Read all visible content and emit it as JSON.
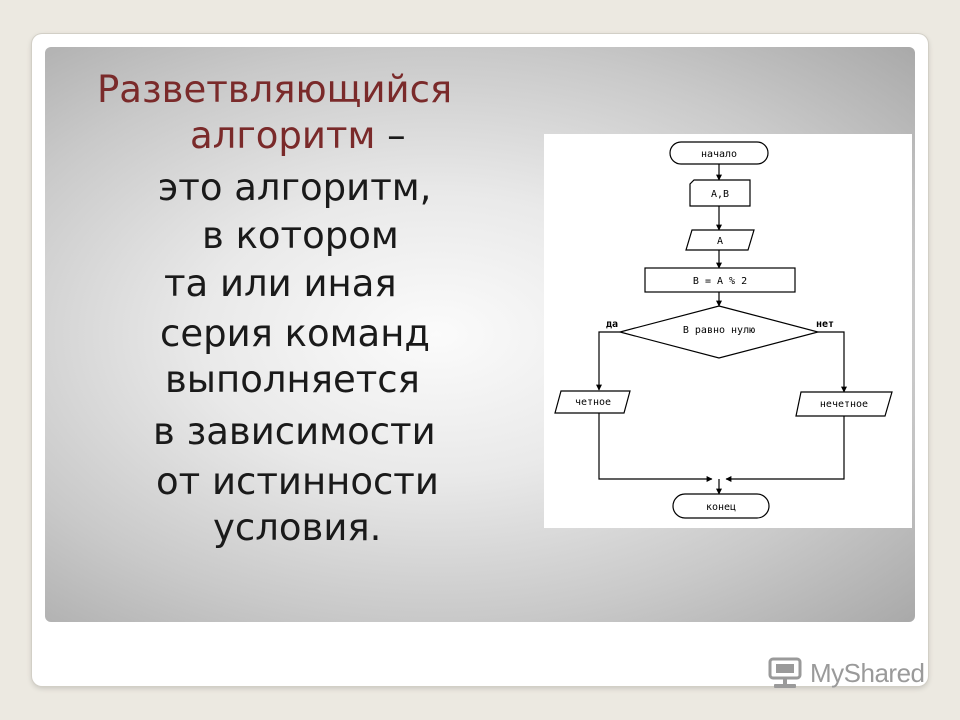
{
  "slide": {
    "title_line1": "Разветвляющийся",
    "title_line2": "алгоритм",
    "title_dash": " –",
    "body_lines": [
      "это алгоритм,",
      "в котором",
      "та или иная",
      "серия команд",
      "выполняется",
      "в зависимости",
      "от истинности",
      "условия."
    ],
    "title_color": "#7a2a2a"
  },
  "flowchart": {
    "start": "начало",
    "input": "A,B",
    "output_a": "A",
    "process": "B = A % 2",
    "decision": "B равно нулю",
    "yes_label": "да",
    "no_label": "нет",
    "yes_branch": "четное",
    "no_branch": "нечетное",
    "end": "конец"
  },
  "watermark": {
    "text": "MyShared",
    "icon": "myshared-logo-icon"
  }
}
